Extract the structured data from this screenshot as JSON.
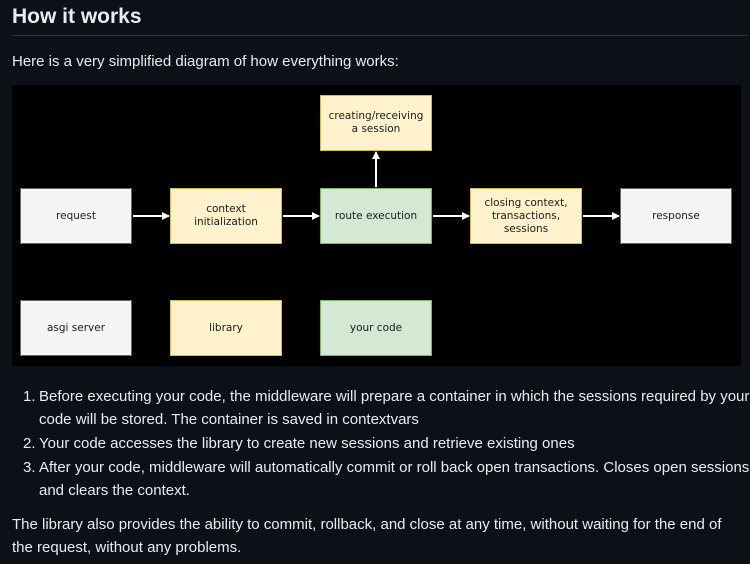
{
  "section": {
    "title": "How it works",
    "intro": "Here is a very simplified diagram of how everything works:"
  },
  "diagram": {
    "nodes": {
      "session": "creating/receiving a session",
      "request": "request",
      "context_init": "context initialization",
      "route_execution": "route execution",
      "closing_context": "closing context, transactions, sessions",
      "response": "response"
    },
    "legend": {
      "asgi_server": "asgi server",
      "library": "library",
      "your_code": "your code"
    },
    "colors": {
      "asgi_server": "#f5f5f5",
      "library": "#fff2cc",
      "your_code": "#d5e8d4"
    }
  },
  "steps": [
    {
      "num": "1.",
      "text": "Before executing your code, the middleware will prepare a container in which the sessions required by your code will be stored. The container is saved in contextvars"
    },
    {
      "num": "2.",
      "text": "Your code accesses the library to create new sessions and retrieve existing ones"
    },
    {
      "num": "3.",
      "text": "After your code, middleware will automatically commit or roll back open transactions. Closes open sessions and clears the context."
    }
  ],
  "outro": "The library also provides the ability to commit, rollback, and close at any time, without waiting for the end of the request, without any problems."
}
